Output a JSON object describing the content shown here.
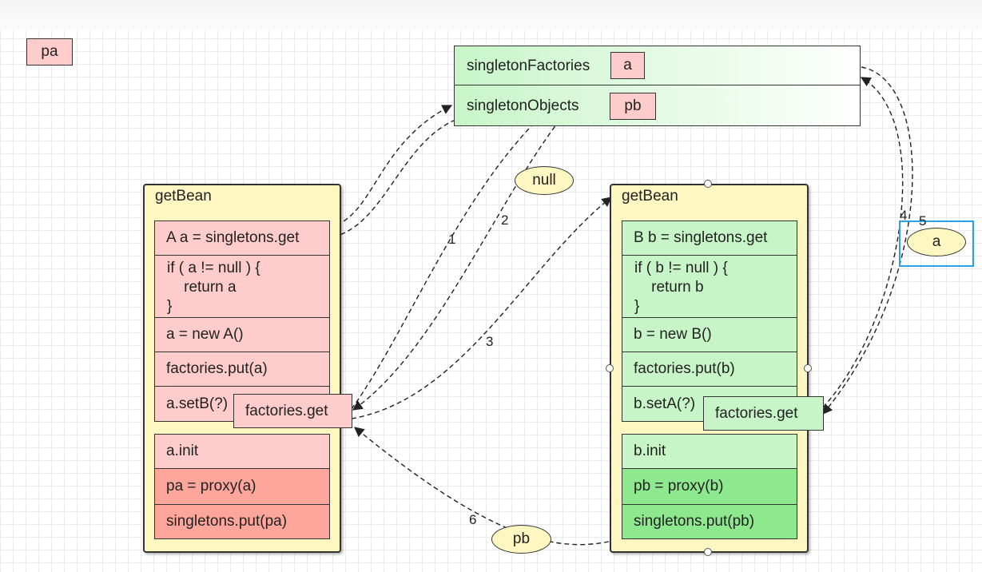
{
  "legend": {
    "pa": "pa"
  },
  "cache": {
    "factories_label": "singletonFactories",
    "factories_value": "a",
    "objects_label": "singletonObjects",
    "objects_value": "pb"
  },
  "left_panel": {
    "title": "getBean",
    "rows": [
      "A a = singletons.get",
      "if ( a != null ) {\n    return a\n}",
      "a = new A()",
      "factories.put(a)",
      "a.setB(?)"
    ],
    "factories_get": "factories.get",
    "post": [
      "a.init",
      "pa = proxy(a)",
      "singletons.put(pa)"
    ]
  },
  "right_panel": {
    "title": "getBean",
    "rows": [
      "B b = singletons.get",
      "if ( b != null ) {\n    return b\n}",
      "b = new B()",
      "factories.put(b)",
      "b.setA(?)"
    ],
    "factories_get": "factories.get",
    "post": [
      "b.init",
      "pb = proxy(b)",
      "singletons.put(pb)"
    ]
  },
  "ellipses": {
    "null": "null",
    "a": "a",
    "pb": "pb"
  },
  "step_labels": [
    "1",
    "2",
    "3",
    "4",
    "5",
    "6"
  ]
}
